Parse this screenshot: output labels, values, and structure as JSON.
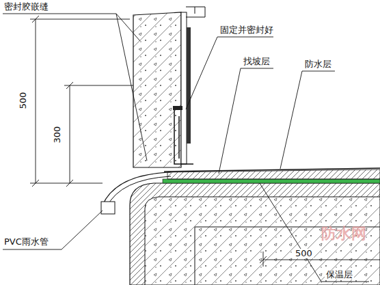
{
  "diagram": {
    "labels": [
      "密封胶嵌缝",
      "500",
      "300",
      "固定并密封好",
      "找坡层",
      "防水层",
      "PVC雨水管",
      "500",
      "保温层",
      "防水网"
    ]
  }
}
